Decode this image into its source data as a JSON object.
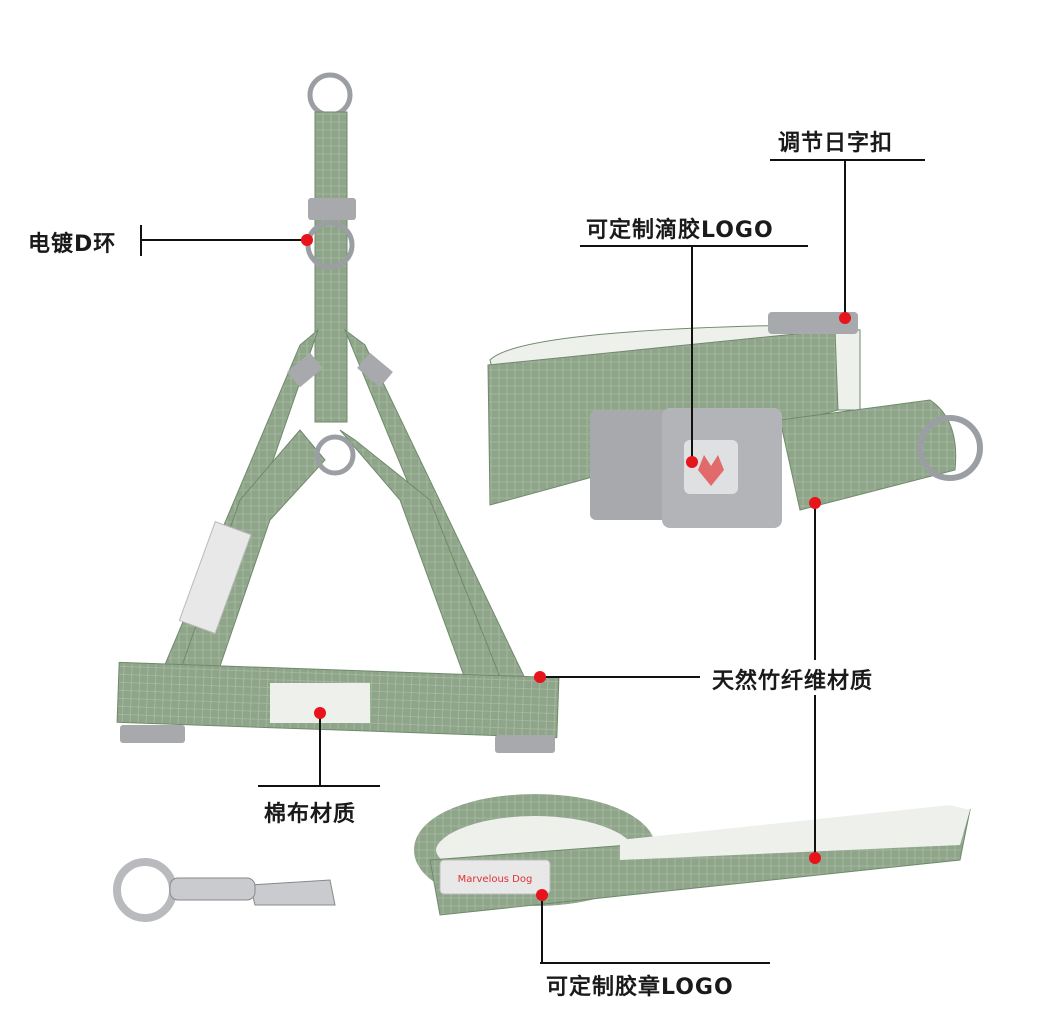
{
  "labels": {
    "d_ring": "电镀D环",
    "adjust_buckle": "调节日字扣",
    "epoxy_logo": "可定制滴胶LOGO",
    "bamboo_fiber": "天然竹纤维材质",
    "cotton": "棉布材质",
    "badge_logo": "可定制胶章LOGO"
  },
  "brand_text": "Marvelous Dog",
  "colors": {
    "strap": "#8fa58a",
    "strap_dark": "#6f8a6b",
    "buckle": "#a7a9ad",
    "marker": "#e8141b",
    "line": "#111111"
  }
}
